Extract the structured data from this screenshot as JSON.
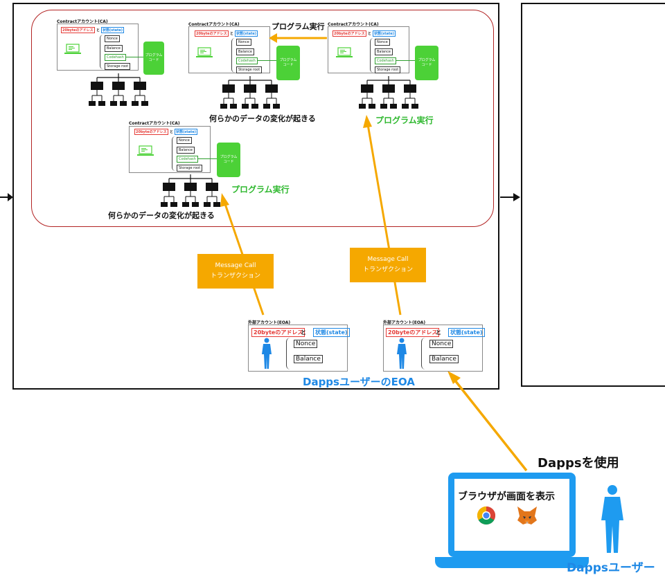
{
  "contract_accounts": [
    {
      "title": "Contractアカウント(CA)",
      "address": "20byteのアドレス",
      "and": "と",
      "state": "状態(state)",
      "fields": [
        "Nonce",
        "Balance",
        "Codehash",
        "Storage root"
      ],
      "program": [
        "プログラム",
        "コード"
      ]
    },
    {
      "title": "Contractアカウント(CA)",
      "address": "20byteのアドレス",
      "and": "と",
      "state": "状態(state)",
      "fields": [
        "Nonce",
        "Balance",
        "Codehash",
        "Storage root"
      ],
      "program": [
        "プログラム",
        "コード"
      ]
    },
    {
      "title": "Contractアカウント(CA)",
      "address": "20byteのアドレス",
      "and": "と",
      "state": "状態(state)",
      "fields": [
        "Nonce",
        "Balance",
        "Codehash",
        "Storage root"
      ],
      "program": [
        "プログラム",
        "コード"
      ]
    },
    {
      "title": "Contractアカウント(CA)",
      "address": "20byteのアドレス",
      "and": "と",
      "state": "状態(state)",
      "fields": [
        "Nonce",
        "Balance",
        "Codehash",
        "Storage root"
      ],
      "program": [
        "プログラム",
        "コード"
      ]
    }
  ],
  "labels": {
    "program_exec_top": "プログラム実行",
    "program_exec_right": "プログラム実行",
    "program_exec_middle": "プログラム実行",
    "data_change_top": "何らかのデータの変化が起きる",
    "data_change_bottom": "何らかのデータの変化が起きる",
    "dapps_user_eoa": "DappsユーザーのEOA",
    "dapps_use": "Dappsを使用",
    "dapps_user": "Dappsユーザー",
    "browser_display": "ブラウザが画面を表示"
  },
  "message_calls": [
    {
      "line1": "Message Call",
      "line2": "トランザクション"
    },
    {
      "line1": "Message Call",
      "line2": "トランザクション"
    }
  ],
  "eoas": [
    {
      "title": "外部アカウント(EOA)",
      "address": "20byteのアドレス",
      "and": "と",
      "state": "状態(state)",
      "fields": [
        "Nonce",
        "Balance"
      ]
    },
    {
      "title": "外部アカウント(EOA)",
      "address": "20byteのアドレス",
      "and": "と",
      "state": "状態(state)",
      "fields": [
        "Nonce",
        "Balance"
      ]
    }
  ],
  "colors": {
    "arrow": "#f5a800",
    "program": "#4cd137",
    "blue": "#1e88e5",
    "red": "#e53935",
    "network_border": "#b22222"
  },
  "icons": [
    "laptop-icon",
    "storage-tree-icon",
    "person-icon",
    "chrome-icon",
    "metamask-fox-icon"
  ]
}
